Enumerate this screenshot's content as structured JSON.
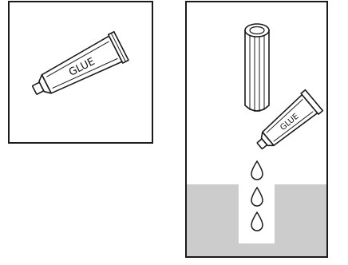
{
  "panels": {
    "left": {
      "tube_label": "GLUE"
    },
    "right": {
      "tube_label": "GLUE",
      "drop_count": 3
    }
  },
  "colors": {
    "outline": "#1a1a1a",
    "fill_gray": "#cccccc",
    "background": "#ffffff"
  }
}
